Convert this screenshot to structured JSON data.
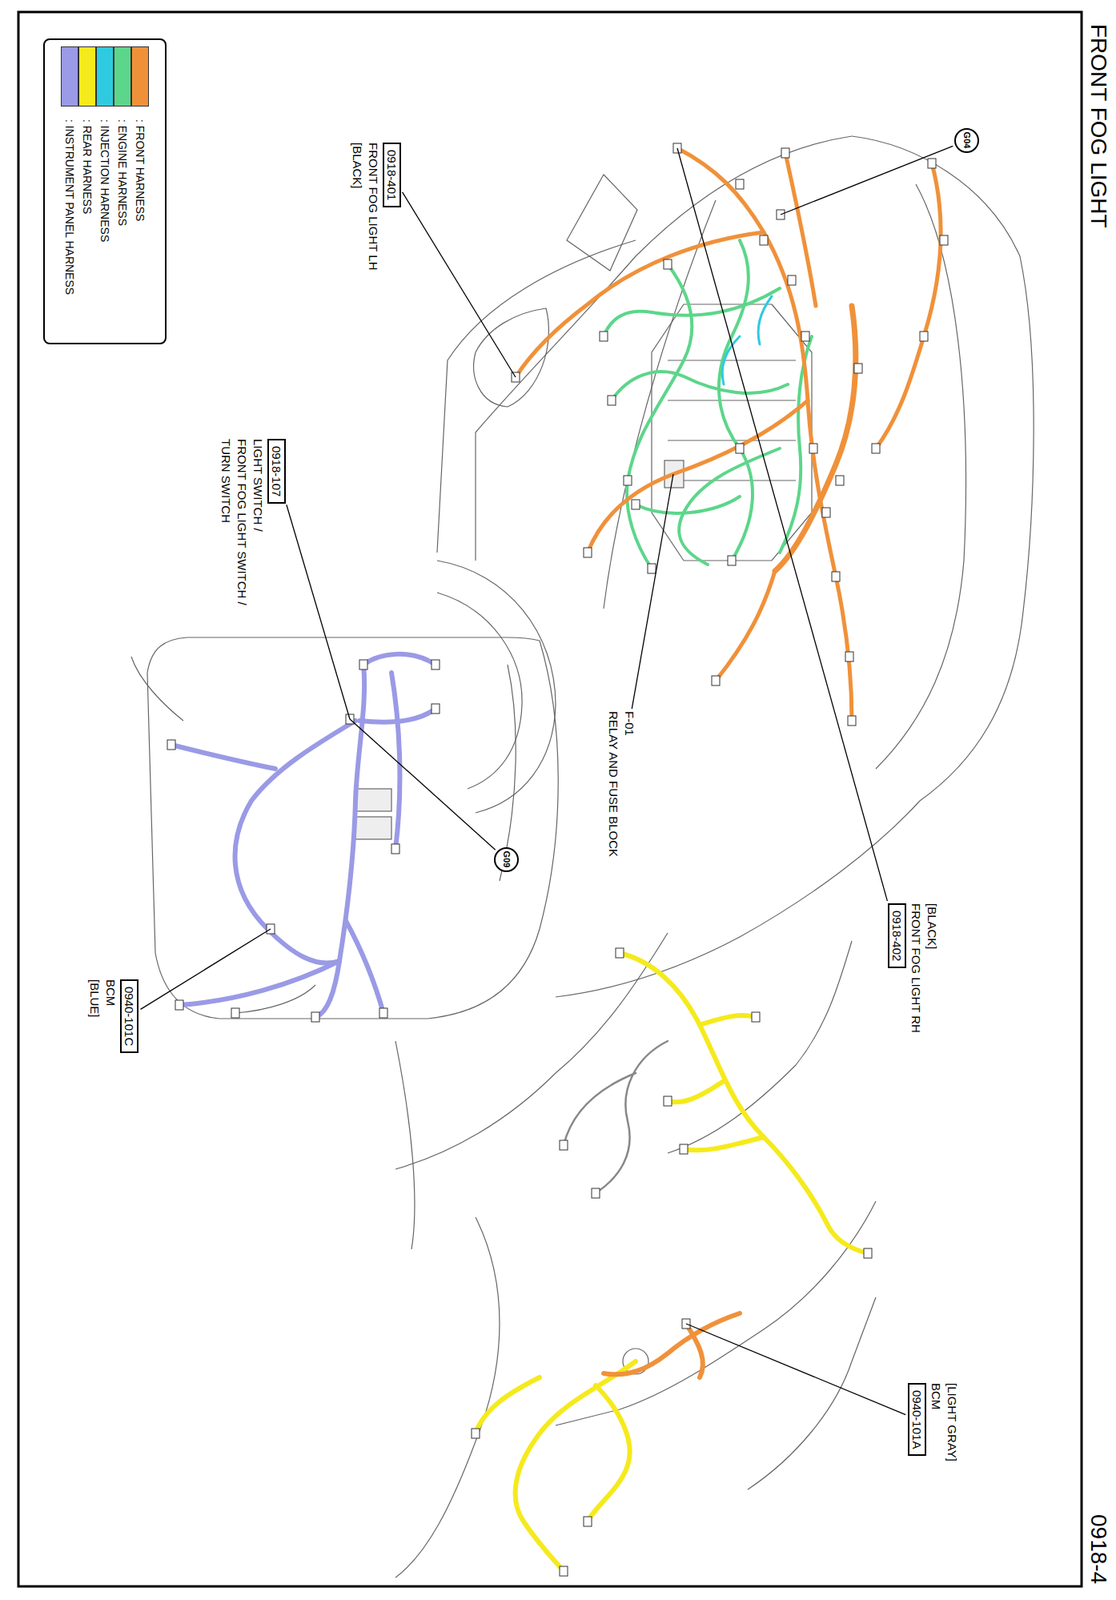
{
  "diagram": {
    "title": "FRONT FOG LIGHT",
    "nodes": [
      {
        "text": [
          "G04"
        ]
      },
      {
        "text": [
          "0918-401",
          "FRONT FOG LIGHT LH",
          "[BLACK]"
        ]
      },
      {
        "text": [
          "[BLACK]",
          "FRONT FOG LIGHT RH",
          "0918-402"
        ]
      },
      {
        "text": [
          "0918-107",
          "LIGHT SWITCH /",
          "FRONT FOG LIGHT SWITCH /",
          "TURN SWITCH"
        ]
      },
      {
        "text": [
          "G09"
        ]
      },
      {
        "text": [
          "0940-101C",
          "BCM",
          "[BLUE]"
        ]
      },
      {
        "text": [
          "[LIGHT GRAY]",
          "BCM",
          "0940-101A"
        ]
      }
    ],
    "labels": [
      "F-01",
      "RELAY AND FUSE BLOCK",
      "0918-4"
    ],
    "legend": [
      {
        "text": ": FRONT HARNESS",
        "color": "#F0913A"
      },
      {
        "text": ": ENGINE HARNESS",
        "color": "#5CD68A"
      },
      {
        "text": ": INJECTION HARNESS",
        "color": "#2ECBE0"
      },
      {
        "text": ": REAR HARNESS",
        "color": "#F5EA1C"
      },
      {
        "text": ": INSTRUMENT PANEL HARNESS",
        "color": "#9A9AE6"
      }
    ]
  }
}
